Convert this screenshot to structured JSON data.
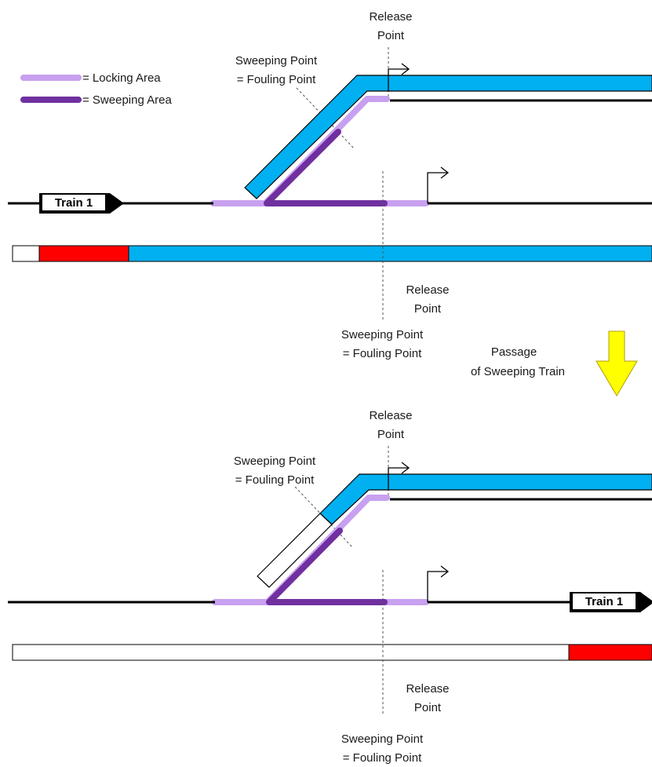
{
  "colors": {
    "locking_area": "#c8a0f0",
    "sweeping_area": "#7030a0",
    "route_fill": "#00b0f0",
    "occupied_fill": "#ff0000",
    "arrow_fill": "#ffff00",
    "track": "#000000"
  },
  "legend": {
    "locking_area": "= Locking Area",
    "sweeping_area": "= Sweeping Area"
  },
  "top": {
    "release_point_upper": [
      "Release",
      "Point"
    ],
    "sweeping_point_upper": [
      "Sweeping Point",
      "= Fouling Point"
    ],
    "train_label": "Train 1",
    "release_point_lower": [
      "Release",
      "Point"
    ],
    "sweeping_point_lower": [
      "Sweeping Point",
      "= Fouling Point"
    ]
  },
  "transition": {
    "label": [
      "Passage",
      "of Sweeping Train"
    ],
    "icon": "arrow-down-icon"
  },
  "bottom": {
    "release_point_upper": [
      "Release",
      "Point"
    ],
    "sweeping_point_upper": [
      "Sweeping Point",
      "= Fouling Point"
    ],
    "train_label": "Train 1",
    "release_point_lower": [
      "Release",
      "Point"
    ],
    "sweeping_point_lower": [
      "Sweeping Point",
      "= Fouling Point"
    ]
  }
}
